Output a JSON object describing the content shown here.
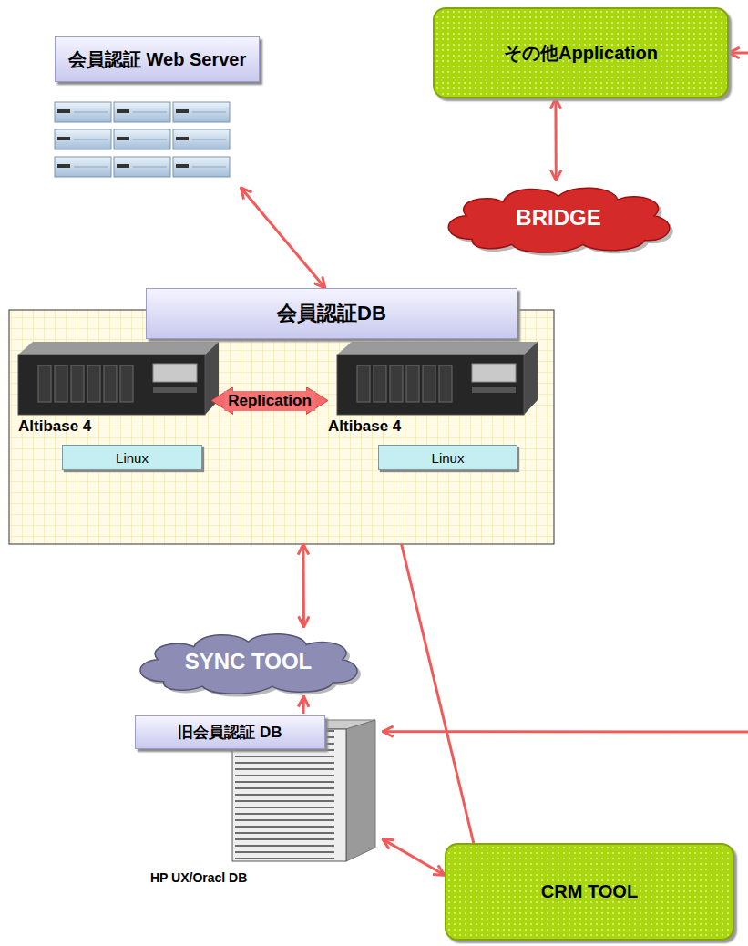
{
  "diagram": {
    "nodes": [
      {
        "text": [
          "会員認証 Web Server"
        ]
      },
      {
        "text": [
          "その他Application"
        ]
      },
      {
        "text": [
          "BRIDGE"
        ]
      },
      {
        "text": [
          "会員認証DB"
        ]
      },
      {
        "text": [
          "Altibase 4"
        ],
        "in": 3
      },
      {
        "text": [
          "Linux"
        ],
        "in": 4
      },
      {
        "text": [
          "Altibase 4"
        ],
        "in": 3
      },
      {
        "text": [
          "Linux"
        ],
        "in": 6
      },
      {
        "text": [
          "SYNC TOOL"
        ]
      },
      {
        "text": [
          "旧会員認証 DB",
          "HP UX/Oracl DB"
        ]
      },
      {
        "text": [
          "CRM TOOL"
        ]
      }
    ],
    "edges": [
      {
        "from": 0,
        "to": 3,
        "arrow": "both"
      },
      {
        "from": 1,
        "to": 2,
        "arrow": "both"
      },
      {
        "from": 4,
        "to": 6,
        "label": "Replication",
        "arrow": "both"
      },
      {
        "from": 3,
        "to": 8,
        "arrow": "both"
      },
      {
        "from": 9,
        "to": 8,
        "arrow": "to"
      },
      {
        "from": 9,
        "to": 10,
        "arrow": "both"
      },
      {
        "from": 10,
        "to": 3,
        "arrow": "none"
      },
      {
        "from": 9,
        "to": 1,
        "arrow": "both"
      }
    ]
  }
}
